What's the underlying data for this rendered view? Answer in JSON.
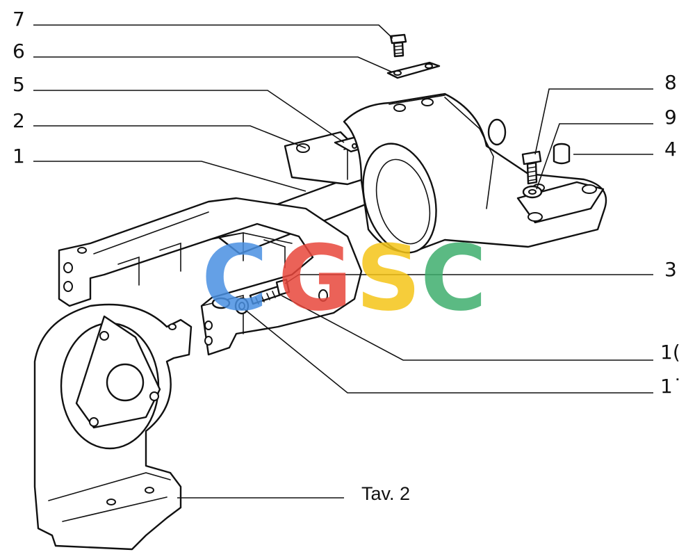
{
  "callouts": [
    {
      "id": "7",
      "label": "7"
    },
    {
      "id": "6",
      "label": "6"
    },
    {
      "id": "5",
      "label": "5"
    },
    {
      "id": "2",
      "label": "2"
    },
    {
      "id": "1",
      "label": "1"
    },
    {
      "id": "8",
      "label": "8"
    },
    {
      "id": "9",
      "label": "9"
    },
    {
      "id": "4",
      "label": "4"
    },
    {
      "id": "3",
      "label": "3"
    },
    {
      "id": "10",
      "label": "1("
    },
    {
      "id": "11",
      "label": "1˙"
    }
  ],
  "caption": "Tav.  2",
  "watermark": {
    "letters": [
      {
        "char": "C",
        "color": "#4a90e2"
      },
      {
        "char": "G",
        "color": "#e8473c"
      },
      {
        "char": "S",
        "color": "#f5c518"
      },
      {
        "char": "C",
        "color": "#3fae6e"
      }
    ]
  },
  "colors": {
    "line": "#111111",
    "background": "#ffffff"
  }
}
